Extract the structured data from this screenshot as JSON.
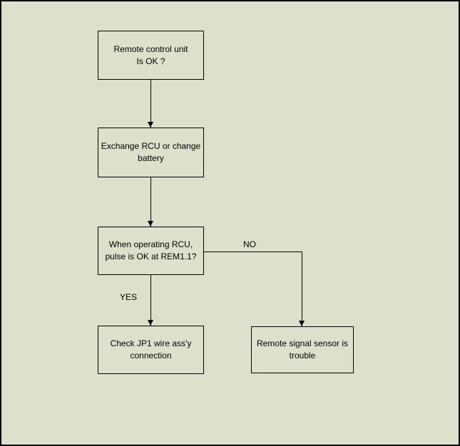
{
  "page": {
    "background_color": "#DDE0CB",
    "line_color": "#000000"
  },
  "flowchart": {
    "boxes": [
      {
        "id": "rcu-ok",
        "line1": "Remote control unit",
        "line2": "Is OK ?"
      },
      {
        "id": "exchange-rcu",
        "line1": "Exchange RCU or change",
        "line2": "battery"
      },
      {
        "id": "pulse-check",
        "line1": "When operating RCU,",
        "line2": "pulse is OK at REM1.1?"
      },
      {
        "id": "check-jp1",
        "line1": "Check JP1 wire ass'y",
        "line2": "connection"
      },
      {
        "id": "sensor-trouble",
        "line1": "Remote signal sensor is",
        "line2": "trouble"
      }
    ],
    "branch_labels": {
      "yes": "YES",
      "no": "NO"
    }
  }
}
